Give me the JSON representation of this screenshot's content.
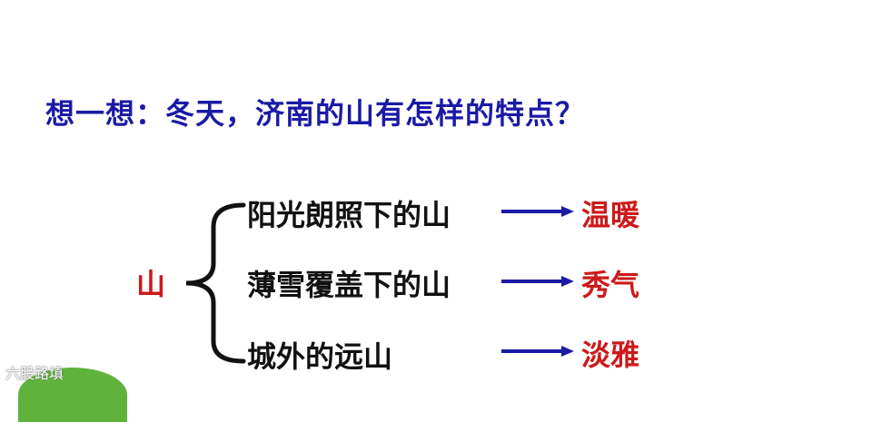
{
  "colors": {
    "question": "#1a1aa6",
    "text": "#111111",
    "accent": "#cc1a1a",
    "arrow": "#1a1aa6"
  },
  "question": "想一想：冬天，济南的山有怎样的特点？",
  "center_word": "山",
  "rows": [
    {
      "label": "阳光朗照下的山",
      "result": "温暖"
    },
    {
      "label": "薄雪覆盖下的山",
      "result": "秀气"
    },
    {
      "label": "城外的远山",
      "result": "淡雅"
    }
  ],
  "watermark": "六股路填"
}
